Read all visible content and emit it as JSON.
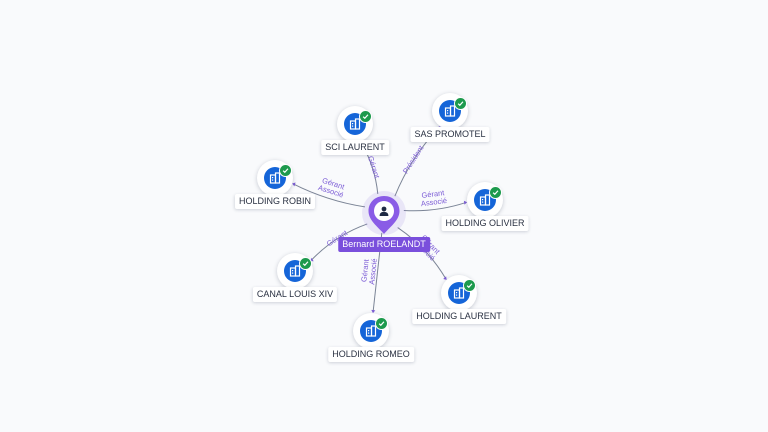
{
  "person": {
    "name": "Bernard ROELANDT",
    "icon": "user-icon",
    "color": "#7a4fdc"
  },
  "companies": [
    {
      "id": "sci-laurent",
      "name": "SCI LAURENT",
      "icon": "building-icon",
      "verified": true
    },
    {
      "id": "sas-promotel",
      "name": "SAS PROMOTEL",
      "icon": "building-icon",
      "verified": true
    },
    {
      "id": "holding-robin",
      "name": "HOLDING ROBIN",
      "icon": "building-icon",
      "verified": true
    },
    {
      "id": "holding-olivier",
      "name": "HOLDING OLIVIER",
      "icon": "building-icon",
      "verified": true
    },
    {
      "id": "canal-louis-xiv",
      "name": "CANAL LOUIS XIV",
      "icon": "building-icon",
      "verified": true
    },
    {
      "id": "holding-laurent",
      "name": "HOLDING LAURENT",
      "icon": "building-icon",
      "verified": true
    },
    {
      "id": "holding-romeo",
      "name": "HOLDING ROMEO",
      "icon": "building-icon",
      "verified": true
    }
  ],
  "relations": [
    {
      "target": "sci-laurent",
      "lines": [
        "Gérant"
      ]
    },
    {
      "target": "sas-promotel",
      "lines": [
        "Président"
      ]
    },
    {
      "target": "holding-robin",
      "lines": [
        "Gérant",
        "Associé"
      ]
    },
    {
      "target": "holding-olivier",
      "lines": [
        "Gérant",
        "Associé"
      ]
    },
    {
      "target": "canal-louis-xiv",
      "lines": [
        "Gérant"
      ]
    },
    {
      "target": "holding-laurent",
      "lines": [
        "Gérant",
        "Associé"
      ]
    },
    {
      "target": "holding-romeo",
      "lines": [
        "Gérant",
        "Associé"
      ]
    }
  ],
  "colors": {
    "company": "#1565d8",
    "verified": "#1d9a4d",
    "relation_label": "#7c5cd6",
    "edge": "#7b8496"
  }
}
